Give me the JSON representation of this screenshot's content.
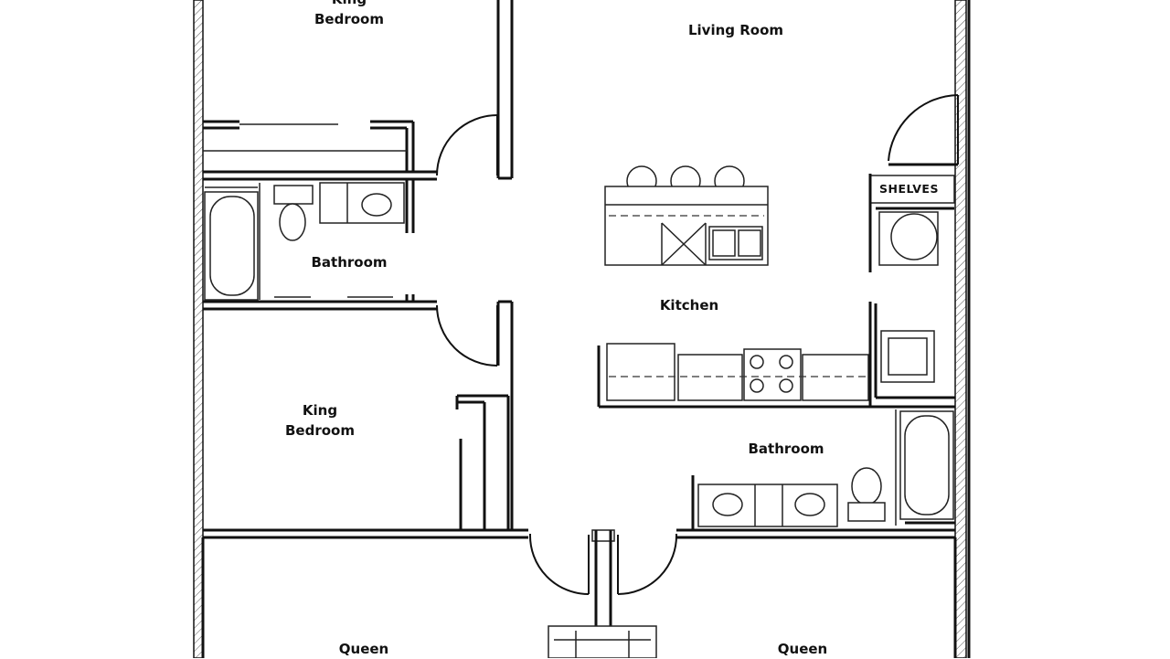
{
  "rooms": {
    "king_bedroom_top": {
      "line1": "King",
      "line2": "Bedroom"
    },
    "living_room": "Living Room",
    "bathroom_left": "Bathroom",
    "kitchen": "Kitchen",
    "king_bedroom_mid": {
      "line1": "King",
      "line2": "Bedroom"
    },
    "bathroom_right": "Bathroom",
    "queen_left": "Queen",
    "queen_right": "Queen"
  },
  "fixtures": {
    "shelves": "SHELVES"
  }
}
